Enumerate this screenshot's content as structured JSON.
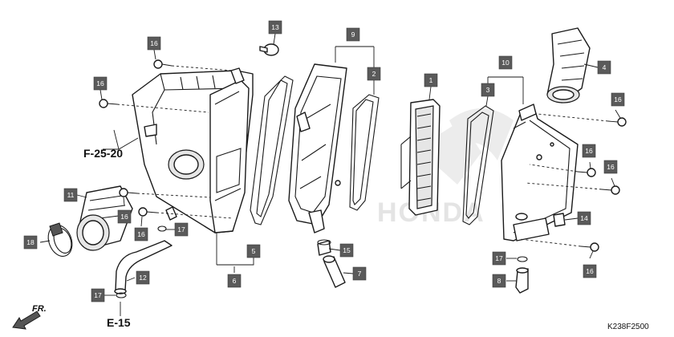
{
  "diagram": {
    "drawing_code": "K238F2500",
    "direction_label": "FR.",
    "watermark_text": "HONDA",
    "references": [
      {
        "id": "ref-f-25-20",
        "text": "F-25-20"
      },
      {
        "id": "ref-e-15",
        "text": "E-15"
      }
    ],
    "callouts": [
      {
        "id": "c13",
        "label": "13"
      },
      {
        "id": "c9",
        "label": "9"
      },
      {
        "id": "c2",
        "label": "2"
      },
      {
        "id": "c1",
        "label": "1"
      },
      {
        "id": "c10",
        "label": "10"
      },
      {
        "id": "c4",
        "label": "4"
      },
      {
        "id": "c3",
        "label": "3"
      },
      {
        "id": "c16a",
        "label": "16"
      },
      {
        "id": "c16b",
        "label": "16"
      },
      {
        "id": "c16c",
        "label": "16"
      },
      {
        "id": "c16d",
        "label": "16"
      },
      {
        "id": "c16e",
        "label": "16"
      },
      {
        "id": "c16f",
        "label": "16"
      },
      {
        "id": "c16g",
        "label": "16"
      },
      {
        "id": "c16h",
        "label": "16"
      },
      {
        "id": "c11",
        "label": "11"
      },
      {
        "id": "c17a",
        "label": "17"
      },
      {
        "id": "c17b",
        "label": "17"
      },
      {
        "id": "c17c",
        "label": "17"
      },
      {
        "id": "c18",
        "label": "18"
      },
      {
        "id": "c12",
        "label": "12"
      },
      {
        "id": "c5",
        "label": "5"
      },
      {
        "id": "c6",
        "label": "6"
      },
      {
        "id": "c15",
        "label": "15"
      },
      {
        "id": "c7",
        "label": "7"
      },
      {
        "id": "c14",
        "label": "14"
      },
      {
        "id": "c8",
        "label": "8"
      }
    ]
  }
}
